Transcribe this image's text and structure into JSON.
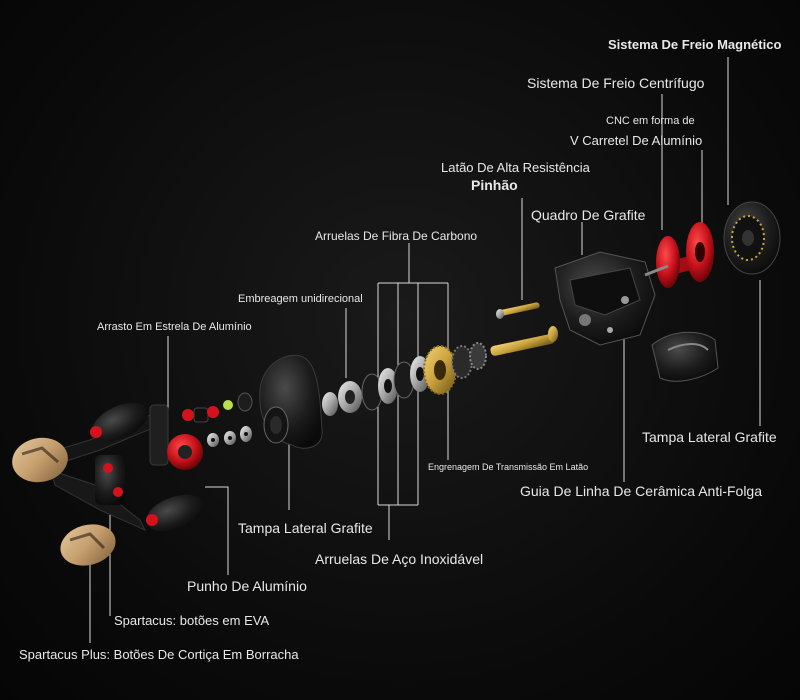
{
  "labels": {
    "magnetic_brake": "Sistema De Freio Magnético",
    "centrifugal_brake": "Sistema De Freio Centrífugo",
    "spool_line1": "CNC em forma de",
    "spool_line2": "V Carretel De Alumínio",
    "brass_line1": "Latão De Alta Resistência",
    "pinion": "Pinhão",
    "graphite_frame": "Quadro De Grafite",
    "carbon_washers": "Arruelas De Fibra De Carbono",
    "one_way_clutch": "Embreagem unidirecional",
    "star_drag": "Arrasto Em Estrela De Alumínio",
    "drive_gear": "Engrenagem De Transmissão Em Latão",
    "side_cover_right": "Tampa Lateral Grafite",
    "ceramic_guide": "Guia De Linha De Cerâmica Anti-Folga",
    "side_cover_left": "Tampa Lateral Grafite",
    "steel_washers": "Arruelas De Aço Inoxidável",
    "aluminum_handle": "Punho De Alumínio",
    "spartacus_eva": "Spartacus: botões em EVA",
    "spartacus_plus": "Spartacus Plus: Botões De Cortiça Em Borracha"
  },
  "colors": {
    "background": "#0b0b0b",
    "label_text": "#e8e8e8",
    "leader_line": "#d9d9d9",
    "spool_red": "#d3121c",
    "brass": "#c9a23a",
    "cork": "#c9a57a",
    "metal_dark": "#2a2a2a"
  }
}
